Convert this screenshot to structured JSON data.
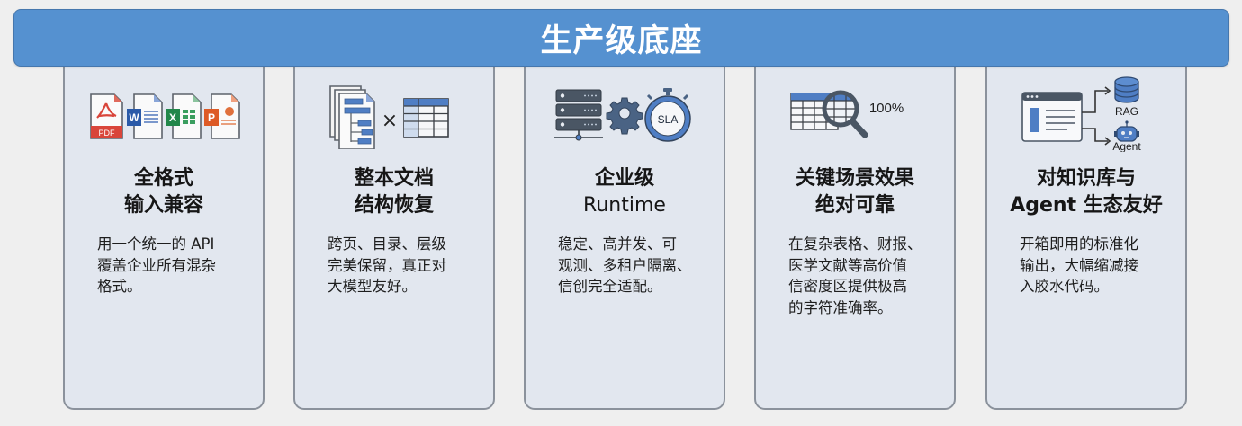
{
  "banner": {
    "title": "生产级底座",
    "color": "#5591d0"
  },
  "cards": [
    {
      "icon": "file-formats-icon",
      "icon_labels": {
        "pdf": "PDF",
        "word": "W",
        "excel": "X",
        "ppt": "P"
      },
      "title_lines": [
        "全格式",
        "输入兼容"
      ],
      "desc_lines": [
        "用一个统一的 API",
        "覆盖企业所有混杂",
        "格式。"
      ]
    },
    {
      "icon": "document-structure-times-table-icon",
      "icon_labels": {
        "operator": "×"
      },
      "title_lines": [
        "整本文档",
        "结构恢复"
      ],
      "desc_lines": [
        "跨页、目录、层级",
        "完美保留，真正对",
        "大模型友好。"
      ]
    },
    {
      "icon": "server-gear-sla-icon",
      "icon_labels": {
        "sla": "SLA"
      },
      "title_lines": [
        "企业级",
        "Runtime"
      ],
      "desc_lines": [
        "稳定、高并发、可",
        "观测、多租户隔离、",
        "信创完全适配。"
      ]
    },
    {
      "icon": "table-magnifier-icon",
      "icon_labels": {
        "accuracy": "100%"
      },
      "title_lines": [
        "关键场景效果",
        "绝对可靠"
      ],
      "desc_lines": [
        "在复杂表格、财报、",
        "医学文献等高价值",
        "信密度区提供极高",
        "的字符准确率。"
      ]
    },
    {
      "icon": "document-to-rag-agent-icon",
      "icon_labels": {
        "rag": "RAG",
        "agent": "Agent"
      },
      "title_lines": [
        "对知识库与",
        "Agent 生态友好"
      ],
      "desc_lines": [
        "开箱即用的标准化",
        "输出，大幅缩减接",
        "入胶水代码。"
      ]
    }
  ]
}
